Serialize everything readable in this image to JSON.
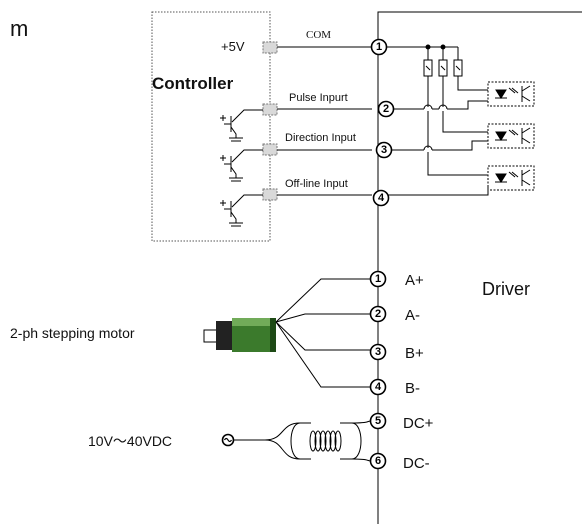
{
  "fragment_text": "m",
  "controller": {
    "title": "Controller",
    "supply": "+5V",
    "com": "COM",
    "pulse": "Pulse Inpurt",
    "direction": "Direction Input",
    "offline": "Off-line Input"
  },
  "driver": {
    "label": "Driver"
  },
  "pins": {
    "p1": "1",
    "p2": "2",
    "p3": "3",
    "p4": "4",
    "m1": "1",
    "m2": "2",
    "m3": "3",
    "m4": "4",
    "d5": "5",
    "d6": "6"
  },
  "motor": {
    "label": "2-ph stepping motor",
    "a_plus": "A+",
    "a_minus": "A-",
    "b_plus": "B+",
    "b_minus": "B-"
  },
  "power": {
    "label": "10V～40VDC",
    "dc_plus": "DC+",
    "dc_minus": "DC-"
  }
}
